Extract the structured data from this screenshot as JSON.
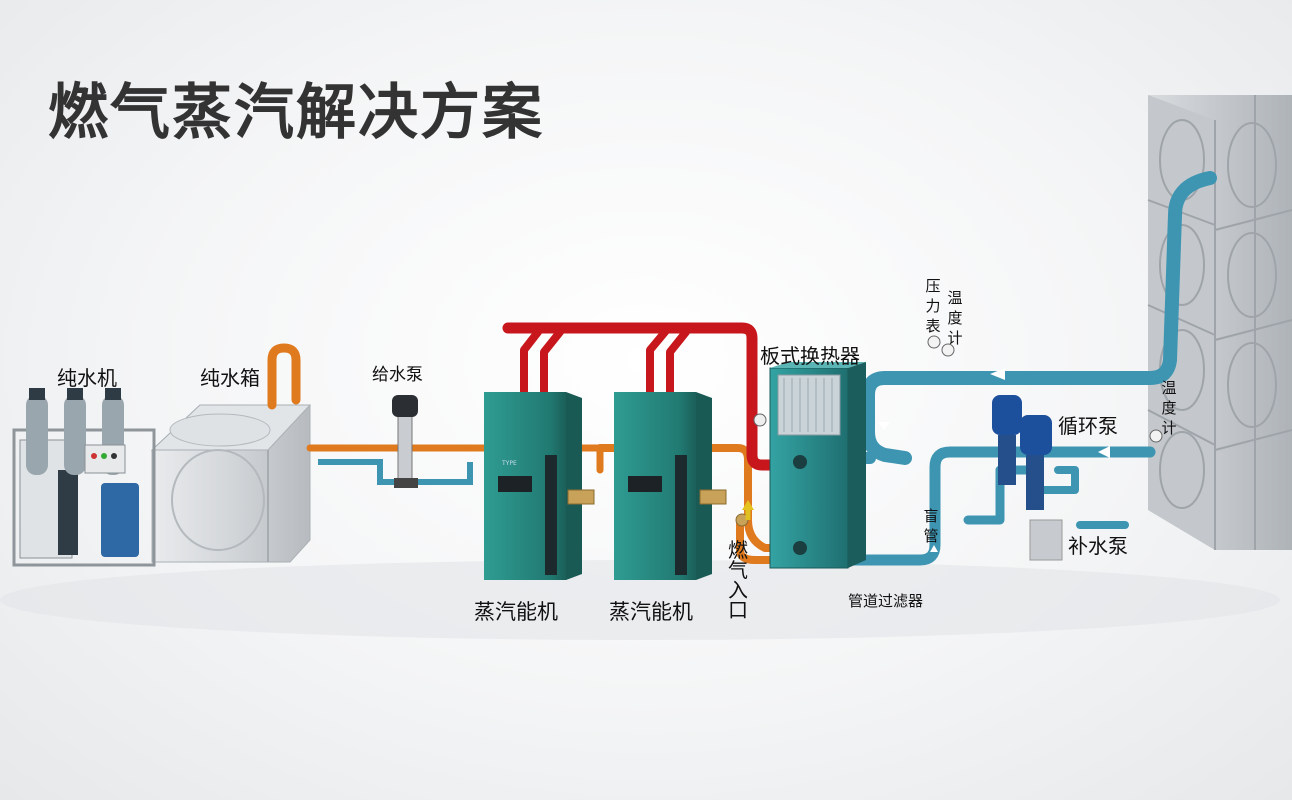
{
  "title": "燃气蒸汽解决方案",
  "labels": {
    "ro_machine": "纯水机",
    "water_tank": "纯水箱",
    "feed_pump": "给水泵",
    "steam_unit_1": "蒸汽能机",
    "steam_unit_2": "蒸汽能机",
    "gas_inlet": "燃气入口",
    "heat_exchanger": "板式换热器",
    "pressure_gauge": "压力表",
    "thermometer_1": "温度计",
    "thermometer_2": "温度计",
    "circulation_pump": "循环泵",
    "makeup_pump": "补水泵",
    "blind_pipe": "盲管",
    "pipe_filter": "管道过滤器"
  },
  "colors": {
    "steam_pipe": "#c8161d",
    "feed_pipe": "#e07a1f",
    "loop_pipe": "#3d95b2",
    "cabinet": "#2b8f86",
    "pump": "#1c4f9c",
    "tank": "#cfd3d6"
  }
}
